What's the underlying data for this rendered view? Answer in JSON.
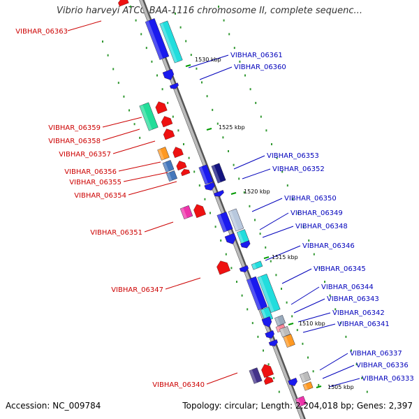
{
  "title": "Vibrio harveyi ATCC BAA-1116 chromosome II, complete sequenc...",
  "footer": {
    "accession": "Accession: NC_009784",
    "summary": "Topology: circular; Length: 2,204,018 bp; Genes: 2,397"
  },
  "colors": {
    "reverse_label": "#cc0000",
    "forward_label": "#0000bb",
    "backbone": "#999999",
    "ticks": "#009900"
  },
  "ticks": [
    {
      "label": "1530 kbp"
    },
    {
      "label": "1525 kbp"
    },
    {
      "label": "1520 kbp"
    },
    {
      "label": "1515 kbp"
    },
    {
      "label": "1510 kbp"
    },
    {
      "label": "1505 kbp"
    }
  ],
  "reverse_genes": [
    {
      "label": "VIBHAR_06363"
    },
    {
      "label": "VIBHAR_06359"
    },
    {
      "label": "VIBHAR_06358"
    },
    {
      "label": "VIBHAR_06357"
    },
    {
      "label": "VIBHAR_06356"
    },
    {
      "label": "VIBHAR_06355"
    },
    {
      "label": "VIBHAR_06354"
    },
    {
      "label": "VIBHAR_06351"
    },
    {
      "label": "VIBHAR_06347"
    },
    {
      "label": "VIBHAR_06340"
    }
  ],
  "forward_genes": [
    {
      "label": "VIBHAR_06361"
    },
    {
      "label": "VIBHAR_06360"
    },
    {
      "label": "VIBHAR_06353"
    },
    {
      "label": "VIBHAR_06352"
    },
    {
      "label": "VIBHAR_06350"
    },
    {
      "label": "VIBHAR_06349"
    },
    {
      "label": "VIBHAR_06348"
    },
    {
      "label": "VIBHAR_06346"
    },
    {
      "label": "VIBHAR_06345"
    },
    {
      "label": "VIBHAR_06344"
    },
    {
      "label": "VIBHAR_06343"
    },
    {
      "label": "VIBHAR_06342"
    },
    {
      "label": "VIBHAR_06341"
    },
    {
      "label": "VIBHAR_06337"
    },
    {
      "label": "VIBHAR_06336"
    },
    {
      "label": "VIBHAR_06333"
    }
  ]
}
